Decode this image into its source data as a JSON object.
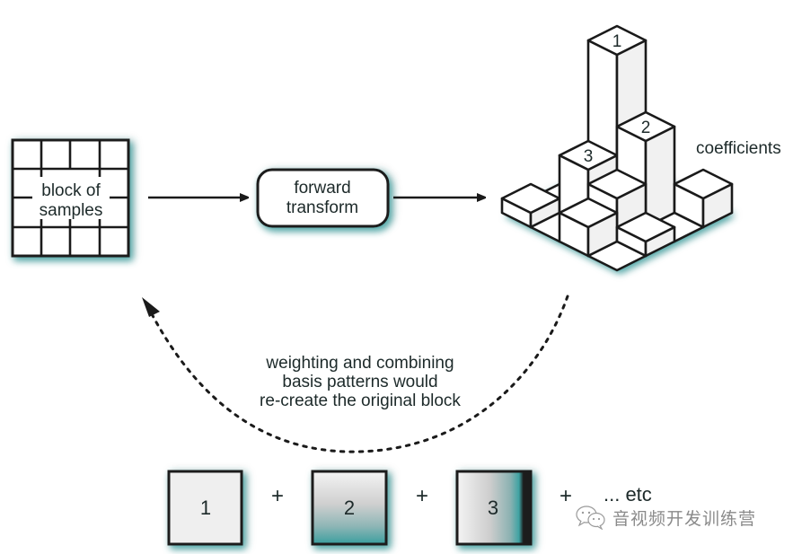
{
  "diagram": {
    "input_block": {
      "label_line1": "block of",
      "label_line2": "samples",
      "grid_rows": 4,
      "grid_cols": 4
    },
    "transform_box": {
      "label_line1": "forward",
      "label_line2": "transform"
    },
    "coefficients": {
      "label": "coefficients",
      "grid_size": 4,
      "heights_note": "relative column heights in block units, row-major [a][b]",
      "heights": [
        [
          0,
          0,
          0,
          1
        ],
        [
          0,
          11,
          4,
          0
        ],
        [
          0,
          6,
          3,
          2
        ],
        [
          2,
          0,
          1,
          0
        ]
      ],
      "markers": [
        {
          "cell": [
            1,
            1
          ],
          "text": "1"
        },
        {
          "cell": [
            2,
            1
          ],
          "text": "2"
        },
        {
          "cell": [
            1,
            2
          ],
          "text": "3"
        }
      ]
    },
    "feedback": {
      "line1": "weighting and combining",
      "line2": "basis patterns would",
      "line3": "re-create the original block"
    },
    "basis_patterns": [
      {
        "label": "1",
        "pattern": "flat"
      },
      {
        "label": "2",
        "pattern": "vertical-gradient"
      },
      {
        "label": "3",
        "pattern": "horizontal-gradient"
      }
    ],
    "plus_sign": "+",
    "etc_label": "... etc",
    "colors": {
      "stroke": "#1a1a1a",
      "accent_teal": "#3fa3a3",
      "face_light": "#ffffff",
      "face_shade": "#f1f1f1",
      "flat_fill": "#efefef"
    }
  },
  "watermark": {
    "text": "音视频开发训练营",
    "icon": "wechat-icon"
  }
}
